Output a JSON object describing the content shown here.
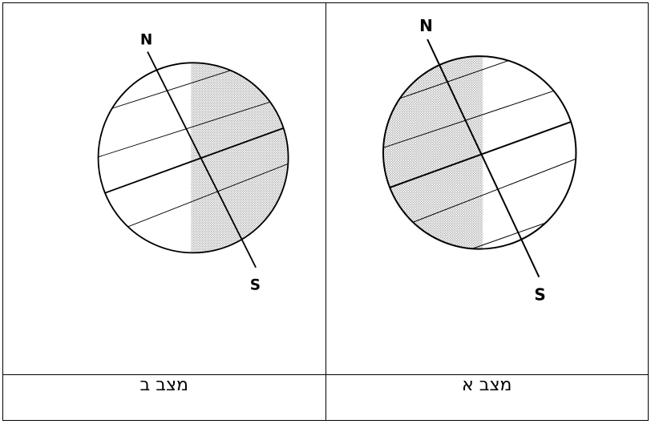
{
  "panels": [
    {
      "caption": "מצב ב",
      "north_label": "N",
      "south_label": "S",
      "shaded_side": "right"
    },
    {
      "caption": "מצב א",
      "north_label": "N",
      "south_label": "S",
      "shaded_side": "left"
    }
  ],
  "colors": {
    "line": "#000000",
    "shade_dot": "#8c8c8c",
    "background": "#ffffff"
  }
}
